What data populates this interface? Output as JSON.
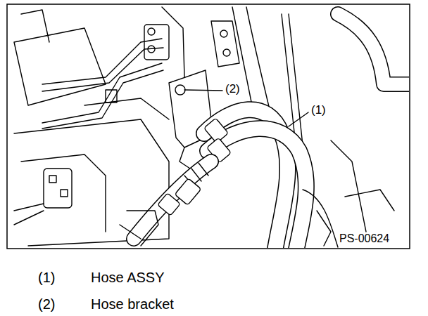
{
  "diagram": {
    "labels": [
      "(2)",
      "(1)",
      "PS-00624",
      "(1)",
      "Hose ASSY",
      "(2)",
      "Hose bracket"
    ]
  }
}
